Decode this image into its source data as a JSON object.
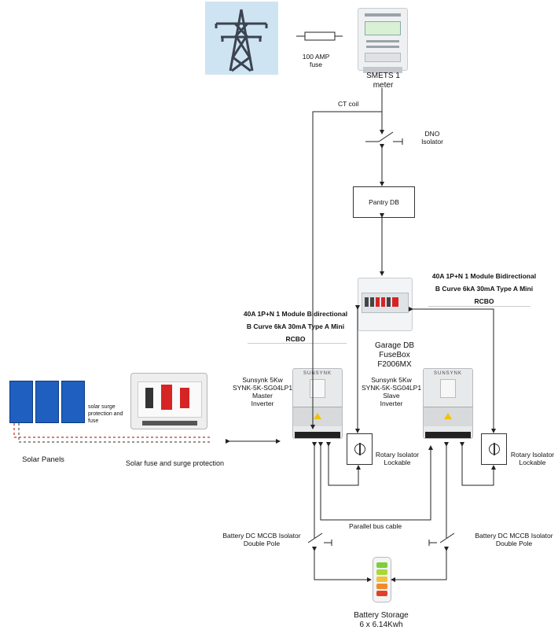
{
  "supply": {
    "pylon_icon": "transmission-pylon-icon",
    "fuse_label_line1": "100 AMP",
    "fuse_label_line2": "fuse",
    "meter_label_line1": "SMETS 1",
    "meter_label_line2": "meter"
  },
  "ct_coil": "CT coil",
  "dno": {
    "line1": "DNO",
    "line2": "Isolator"
  },
  "pantry_db": "Pantry DB",
  "rcbo_right": {
    "line1": "40A 1P+N 1 Module Bidirectional",
    "line2": "B Curve 6kA 30mA Type A Mini",
    "line3": "RCBO"
  },
  "rcbo_left": {
    "line1": "40A 1P+N 1 Module Bidirectional",
    "line2": "B Curve 6kA 30mA Type A Mini",
    "line3": "RCBO"
  },
  "garage_db": {
    "line1": "Garage DB",
    "line2": "FuseBox",
    "line3": "F2006MX"
  },
  "master_inverter": {
    "line1": "Sunsynk 5Kw",
    "line2": "SYNK-5K-SG04LP1",
    "line3": "Master",
    "line4": "Inverter",
    "brand": "SUNSYNK"
  },
  "slave_inverter": {
    "line1": "Sunsynk 5Kw",
    "line2": "SYNK-5K-SG04LP1",
    "line3": "Slave",
    "line4": "Inverter",
    "brand": "SUNSYNK"
  },
  "solar": {
    "panels_label": "Solar Panels",
    "surge_note_line1": "solar surge",
    "surge_note_line2": "protection and",
    "surge_note_line3": "fuse",
    "fuse_box_label": "Solar fuse and surge protection"
  },
  "rotary_left": {
    "line1": "Rotary Isolator",
    "line2": "Lockable"
  },
  "rotary_right": {
    "line1": "Rotary Isolator",
    "line2": "Lockable"
  },
  "parallel_bus": "Parallel bus cable",
  "battery_isolator_left": {
    "line1": "Battery DC MCCB Isolator",
    "line2": "Double Pole"
  },
  "battery_isolator_right": {
    "line1": "Battery DC MCCB Isolator",
    "line2": "Double Pole"
  },
  "battery": {
    "line1": "Battery Storage",
    "line2": "6 x 6.14Kwh"
  },
  "colors": {
    "sky": "#cfe4f2",
    "pylon": "#3b4450",
    "panel": "#1f5fbf",
    "sunsynk_grey": "#e8e9ea",
    "breaker_red": "#d62424"
  }
}
